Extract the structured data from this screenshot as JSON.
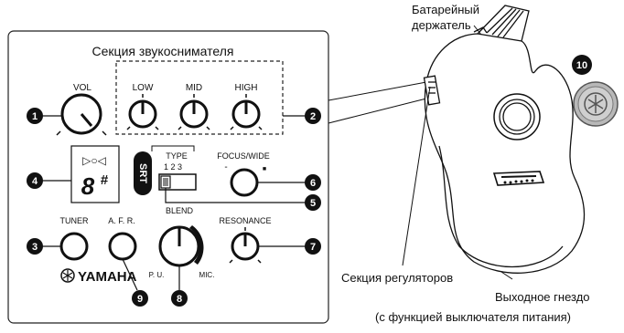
{
  "panel": {
    "title": "Секция звукоснимателя",
    "vol": "VOL",
    "eq": {
      "low": "LOW",
      "mid": "MID",
      "high": "HIGH"
    },
    "tuner_display": {
      "arrows": "▷○◁",
      "digit": "8",
      "sharp": "#"
    },
    "srt_badge": "SRT",
    "type": {
      "label": "TYPE",
      "positions": "1 2 3"
    },
    "focus_wide": {
      "label": "FOCUS/WIDE",
      "minus": "-",
      "plus": "■"
    },
    "tuner": "TUNER",
    "afr": "A. F. R.",
    "blend": {
      "label": "BLEND",
      "pu": "P. U.",
      "mic": "MIC."
    },
    "resonance": "RESONANCE",
    "brand": "YAMAHA"
  },
  "callouts": [
    "1",
    "2",
    "3",
    "4",
    "5",
    "6",
    "7",
    "8",
    "9",
    "10"
  ],
  "guitar_labels": {
    "battery_line1": "Батарейный",
    "battery_line2": "держатель",
    "controls_section": "Секция регуляторов",
    "output_line1": "Выходное гнездо",
    "output_line2": "(с функцией выключателя питания)"
  }
}
